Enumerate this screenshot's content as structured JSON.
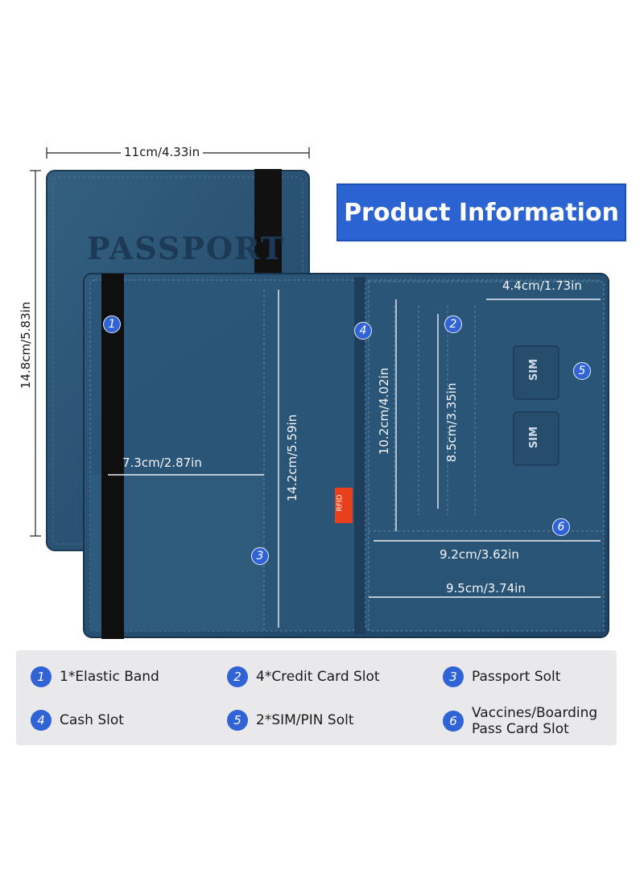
{
  "title": "Product Information",
  "cover_emboss": "PASSPORT",
  "rfid_tag": "RFID",
  "sim_label": "SIM",
  "dimensions": {
    "cover_width": "11cm/4.33in",
    "cover_height": "14.8cm/5.83in",
    "left_panel_width": "7.3cm/2.87in",
    "left_panel_height": "14.2cm/5.59in",
    "card_area_height": "10.2cm/4.02in",
    "card_slot_height": "8.5cm/3.35in",
    "top_slot_width": "4.4cm/1.73in",
    "pass_slot_width": "9.2cm/3.62in",
    "right_panel_width": "9.5cm/3.74in"
  },
  "markers": [
    "1",
    "2",
    "3",
    "4",
    "5",
    "6"
  ],
  "legend": [
    {
      "num": "1",
      "label": "1*Elastic Band"
    },
    {
      "num": "2",
      "label": "4*Credit Card Slot"
    },
    {
      "num": "3",
      "label": "Passport Solt"
    },
    {
      "num": "4",
      "label": "Cash Slot"
    },
    {
      "num": "5",
      "label": "2*SIM/PIN Solt"
    },
    {
      "num": "6",
      "label": "Vaccines/Boarding Pass Card Slot"
    }
  ],
  "colors": {
    "leather": "#2d5577",
    "leather_dark": "#1f3f5c",
    "badge": "#2f63d6",
    "title_bg": "#2b63d2",
    "legend_bg": "#e9e9eb",
    "rfid": "#e8401d"
  }
}
